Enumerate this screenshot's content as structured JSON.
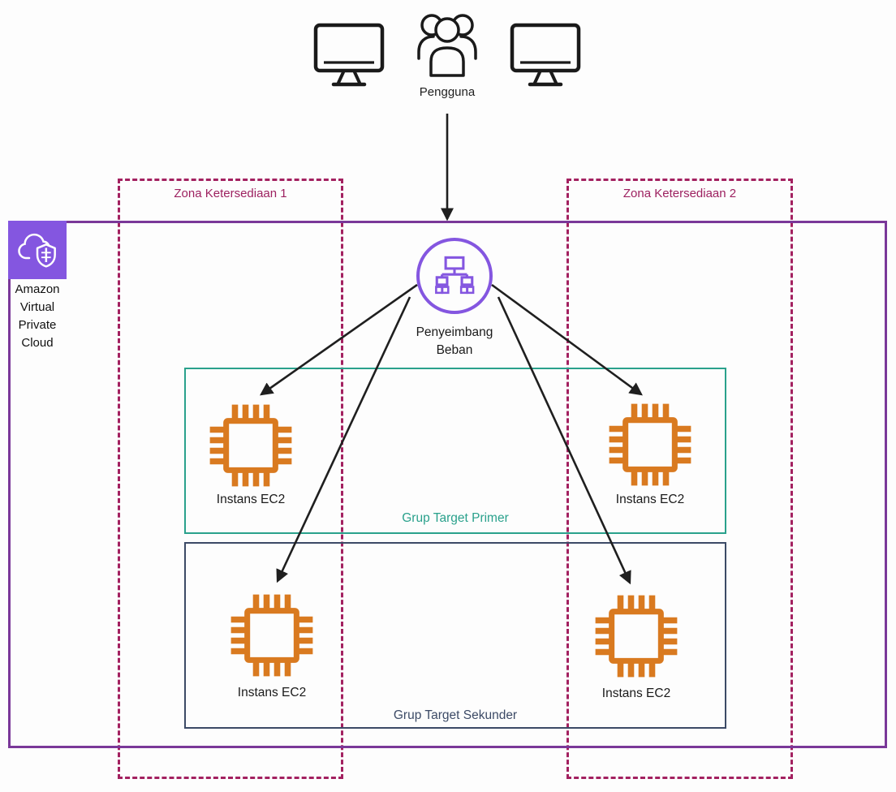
{
  "users": {
    "label": "Pengguna"
  },
  "zones": [
    {
      "label": "Zona Ketersediaan 1"
    },
    {
      "label": "Zona Ketersediaan 2"
    }
  ],
  "vpc": {
    "label": "Amazon Virtual Private Cloud"
  },
  "load_balancer": {
    "line1": "Penyeimbang",
    "line2": "Beban"
  },
  "target_groups": [
    {
      "label": "Grup Target Primer"
    },
    {
      "label": "Grup Target Sekunder"
    }
  ],
  "instances": [
    {
      "label": "Instans EC2"
    },
    {
      "label": "Instans EC2"
    },
    {
      "label": "Instans EC2"
    },
    {
      "label": "Instans EC2"
    }
  ],
  "colors": {
    "purple_icon": "#8456E0",
    "vpc_border": "#7A3899",
    "zone_dashed": "#A32160",
    "primary_teal": "#2AA18C",
    "secondary_navy": "#3C4A66",
    "ec2_orange": "#D97A20",
    "ink": "#1F1F1F"
  }
}
